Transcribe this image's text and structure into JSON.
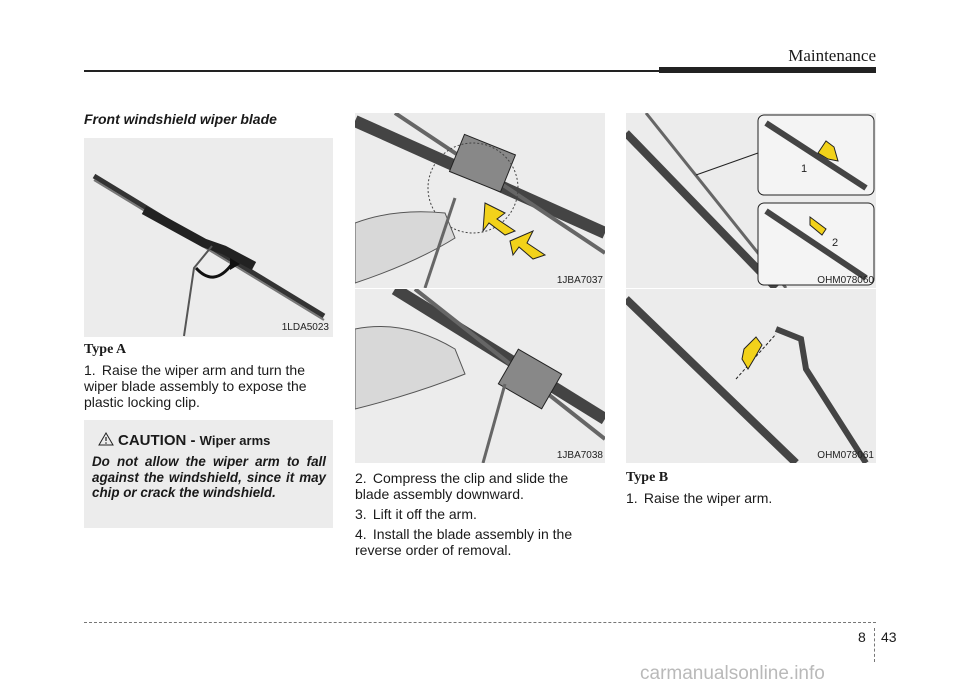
{
  "header": {
    "title": "Maintenance"
  },
  "section_title": "Front windshield wiper blade",
  "figures": {
    "fig1": "1LDA5023",
    "fig2": "1JBA7037",
    "fig3": "1JBA7038",
    "fig4": "OHM078060",
    "fig5": "OHM078061"
  },
  "fig4_callouts": {
    "c1": "1",
    "c2": "2"
  },
  "typeA": {
    "label": "Type A",
    "step1_num": "1.",
    "step1_text": "Raise the wiper arm and turn the wiper blade assembly to expose the plastic locking clip."
  },
  "caution": {
    "word": "CAUTION - ",
    "subject": "Wiper arms",
    "body": "Do not allow the wiper arm to fall against the windshield, since it may chip or crack the windshield."
  },
  "steps_mid": [
    {
      "num": "2.",
      "text": "Compress the clip and slide the blade assembly downward."
    },
    {
      "num": "3.",
      "text": "Lift it off the arm."
    },
    {
      "num": "4.",
      "text": "Install the blade assembly in the reverse order of removal."
    }
  ],
  "typeB": {
    "label": "Type B",
    "step1_num": "1.",
    "step1_text": "Raise the wiper arm."
  },
  "footer": {
    "chapter": "8",
    "page": "43"
  },
  "watermark": "carmanualsonline.info",
  "colors": {
    "arrow_yellow": "#f2d21a",
    "figure_bg": "#ececec",
    "rule": "#222222"
  }
}
